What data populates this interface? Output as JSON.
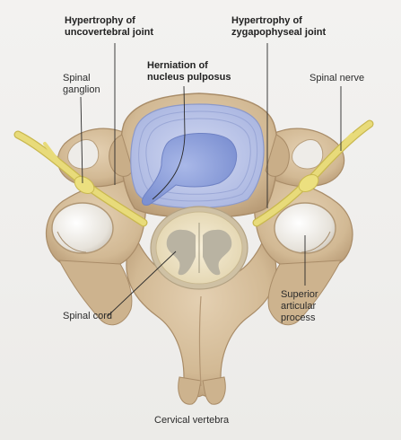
{
  "labels": {
    "uncovertebral": [
      "Hypertrophy of",
      "uncovertebral joint"
    ],
    "zygapophyseal": [
      "Hypertrophy of",
      "zygapophyseal joint"
    ],
    "herniation": [
      "Herniation of",
      "nucleus pulposus"
    ],
    "spinal_ganglion": [
      "Spinal",
      "ganglion"
    ],
    "spinal_nerve": "Spinal nerve",
    "superior_articular": [
      "Superior",
      "articular",
      "process"
    ],
    "spinal_cord": "Spinal cord",
    "caption": "Cervical vertebra"
  },
  "colors": {
    "bone": "#d4bc9a",
    "bone_dark": "#b79c78",
    "disc_ring": "#b8c2e6",
    "nucleus": "#8d9fd8",
    "nerve": "#e8db7a",
    "cord": "#efe4c6",
    "leader": "#2a2a2a"
  }
}
